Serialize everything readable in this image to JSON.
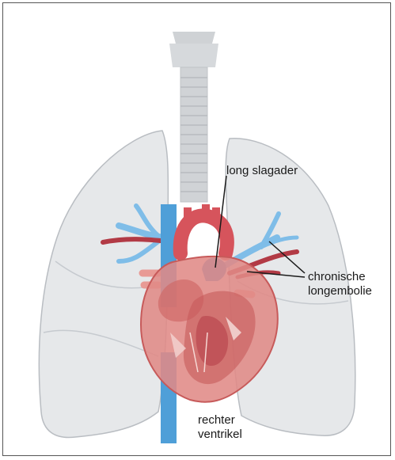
{
  "labels": {
    "pulmonary_artery": "long slagader",
    "embolism_line1": "chronische",
    "embolism_line2": "longembolie",
    "ventricle_line1": "rechter",
    "ventricle_line2": "ventrikel"
  },
  "colors": {
    "lung_fill": "#e6e8ea",
    "lung_stroke": "#b9bdc2",
    "trachea": "#d0d3d6",
    "vein_blue": "#4f9fd8",
    "artery_red": "#b23a45",
    "heart_fill": "#e08a86",
    "heart_dark": "#c75a5a",
    "border": "#555555"
  }
}
